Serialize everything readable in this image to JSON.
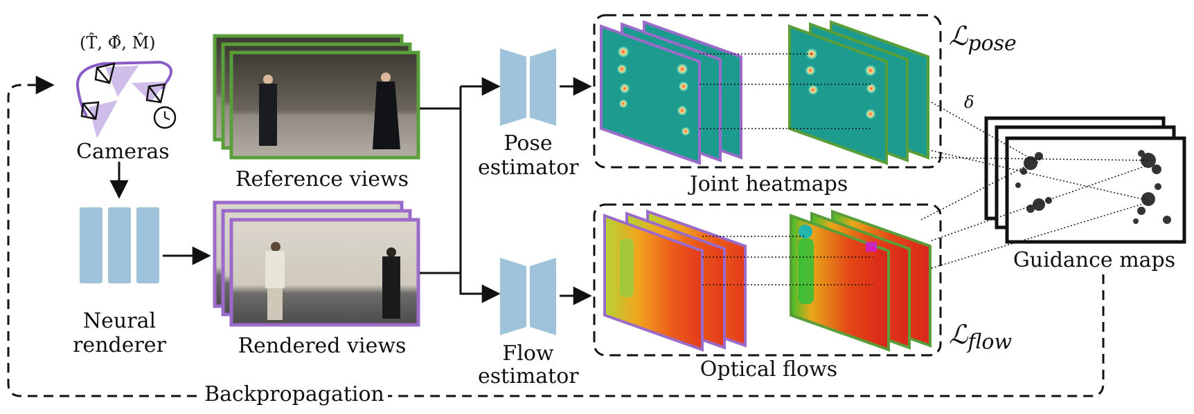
{
  "cameras": {
    "params": "(T̂, Φ̂, M̂)",
    "label": "Cameras"
  },
  "neural_renderer": {
    "line1": "Neural",
    "line2": "renderer"
  },
  "reference_views": {
    "label": "Reference views"
  },
  "rendered_views": {
    "label": "Rendered views"
  },
  "pose_estimator": {
    "line1": "Pose",
    "line2": "estimator"
  },
  "flow_estimator": {
    "line1": "Flow",
    "line2": "estimator"
  },
  "joint_heatmaps": {
    "label": "Joint heatmaps"
  },
  "optical_flows": {
    "label": "Optical flows"
  },
  "guidance_maps": {
    "label": "Guidance maps"
  },
  "losses": {
    "pose_main": "ℒ",
    "pose_sub": "pose",
    "flow_main": "ℒ",
    "flow_sub": "flow"
  },
  "delta": "δ",
  "backpropagation": {
    "label": "Backpropagation"
  },
  "colors": {
    "reference_border": "#5a9e3a",
    "rendered_border": "#9b6bc9",
    "network_blue": "#9ec3db",
    "camera_arc": "#8a5cc7",
    "heatmap_bg": "#1e9b8f"
  }
}
